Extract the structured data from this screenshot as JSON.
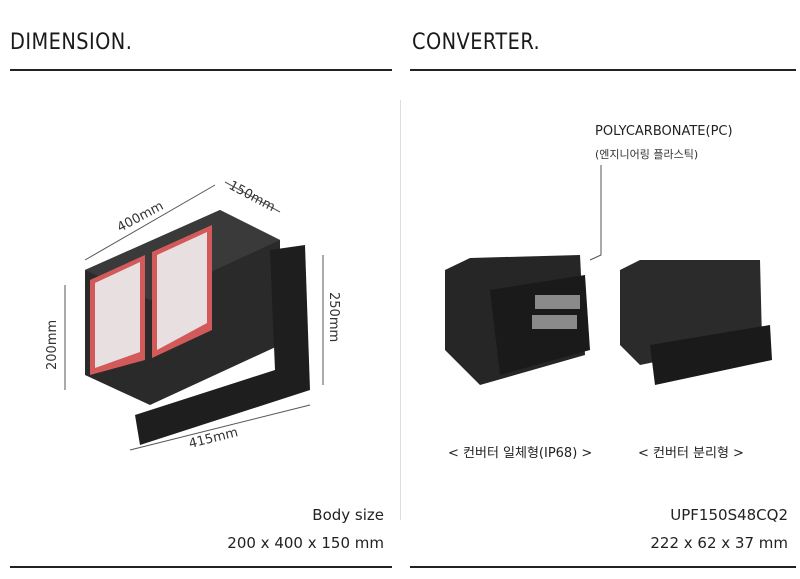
{
  "dimension": {
    "title": "DIMENSION.",
    "labels": {
      "depth": "150mm",
      "width": "400mm",
      "height_left": "200mm",
      "height_right": "250mm",
      "bracket": "415mm"
    },
    "body_size_label": "Body size",
    "body_size_value": "200 x 400 x 150 mm"
  },
  "converter": {
    "title": "CONVERTER.",
    "material": "POLYCARBONATE(PC)",
    "material_kr": "(엔지니어링 플라스틱)",
    "type1": "< 컨버터 일체형(IP68) >",
    "type2": "< 컨버터 분리형 >",
    "model": "UPF150S48CQ2",
    "size": "222 x 62 x 37 mm"
  }
}
